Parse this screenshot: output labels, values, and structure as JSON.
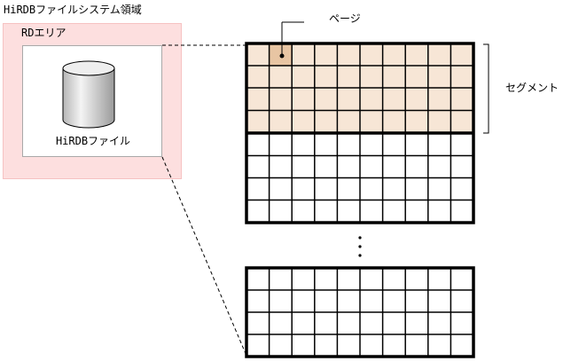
{
  "diagram": {
    "filesystem_area_label": "HiRDBファイルシステム領域",
    "rdarea_label": "RDエリア",
    "hirdb_file_label": "HiRDBファイル",
    "page_label": "ページ",
    "segment_label": "セグメント",
    "ellipsis": "⋮",
    "grid": {
      "columns": 10,
      "rows_per_segment": 4,
      "segments_shown": 3,
      "highlighted_segment_index": 0,
      "highlighted_page": {
        "row": 0,
        "col": 1
      }
    },
    "colors": {
      "filesystem_area_fill": "#fddfdf",
      "segment_fill": "#f7e6d6",
      "page_fill": "#e8c5a3",
      "grid_line": "#000000"
    }
  }
}
